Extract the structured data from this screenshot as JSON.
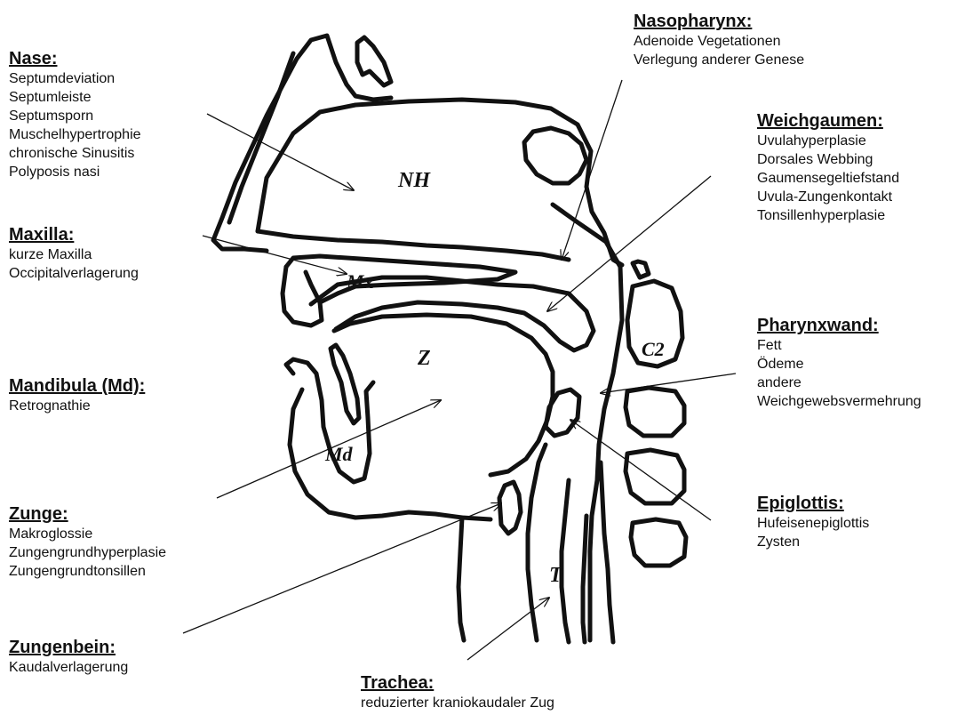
{
  "regions": {
    "nh": "NH",
    "mx": "Mx",
    "z": "Z",
    "md": "Md",
    "c2": "C2",
    "t": "T"
  },
  "labels": {
    "nase": {
      "title": "Nase:",
      "items": [
        "Septumdeviation",
        "Septumleiste",
        "Septumsporn",
        "Muschelhypertrophie",
        "chronische Sinusitis",
        "Polyposis nasi"
      ]
    },
    "maxilla": {
      "title": "Maxilla:",
      "items": [
        "kurze Maxilla",
        "Occipitalverlagerung"
      ]
    },
    "mandibula": {
      "title": "Mandibula (Md):",
      "items": [
        "Retrognathie"
      ]
    },
    "zunge": {
      "title": "Zunge:",
      "items": [
        "Makroglossie",
        "Zungengrundhyperplasie",
        "Zungengrundtonsillen"
      ]
    },
    "zungenbein": {
      "title": "Zungenbein:",
      "items": [
        "Kaudalverlagerung"
      ]
    },
    "nasopharynx": {
      "title": "Nasopharynx:",
      "items": [
        "Adenoide Vegetationen",
        "Verlegung anderer Genese"
      ]
    },
    "weichgaumen": {
      "title": "Weichgaumen:",
      "items": [
        "Uvulahyperplasie",
        "Dorsales Webbing",
        "Gaumensegeltiefstand",
        "Uvula-Zungenkontakt",
        "Tonsillenhyperplasie"
      ]
    },
    "pharynxwand": {
      "title": "Pharynxwand:",
      "items": [
        "Fett",
        "Ödeme",
        "andere",
        "Weichgewebsvermehrung"
      ]
    },
    "epiglottis": {
      "title": "Epiglottis:",
      "items": [
        "Hufeisenepiglottis",
        "Zysten"
      ]
    },
    "trachea": {
      "title": "Trachea:",
      "items": [
        "reduzierter kraniokaudaler Zug"
      ]
    }
  },
  "colors": {
    "stroke": "#111111",
    "text": "#111111"
  }
}
